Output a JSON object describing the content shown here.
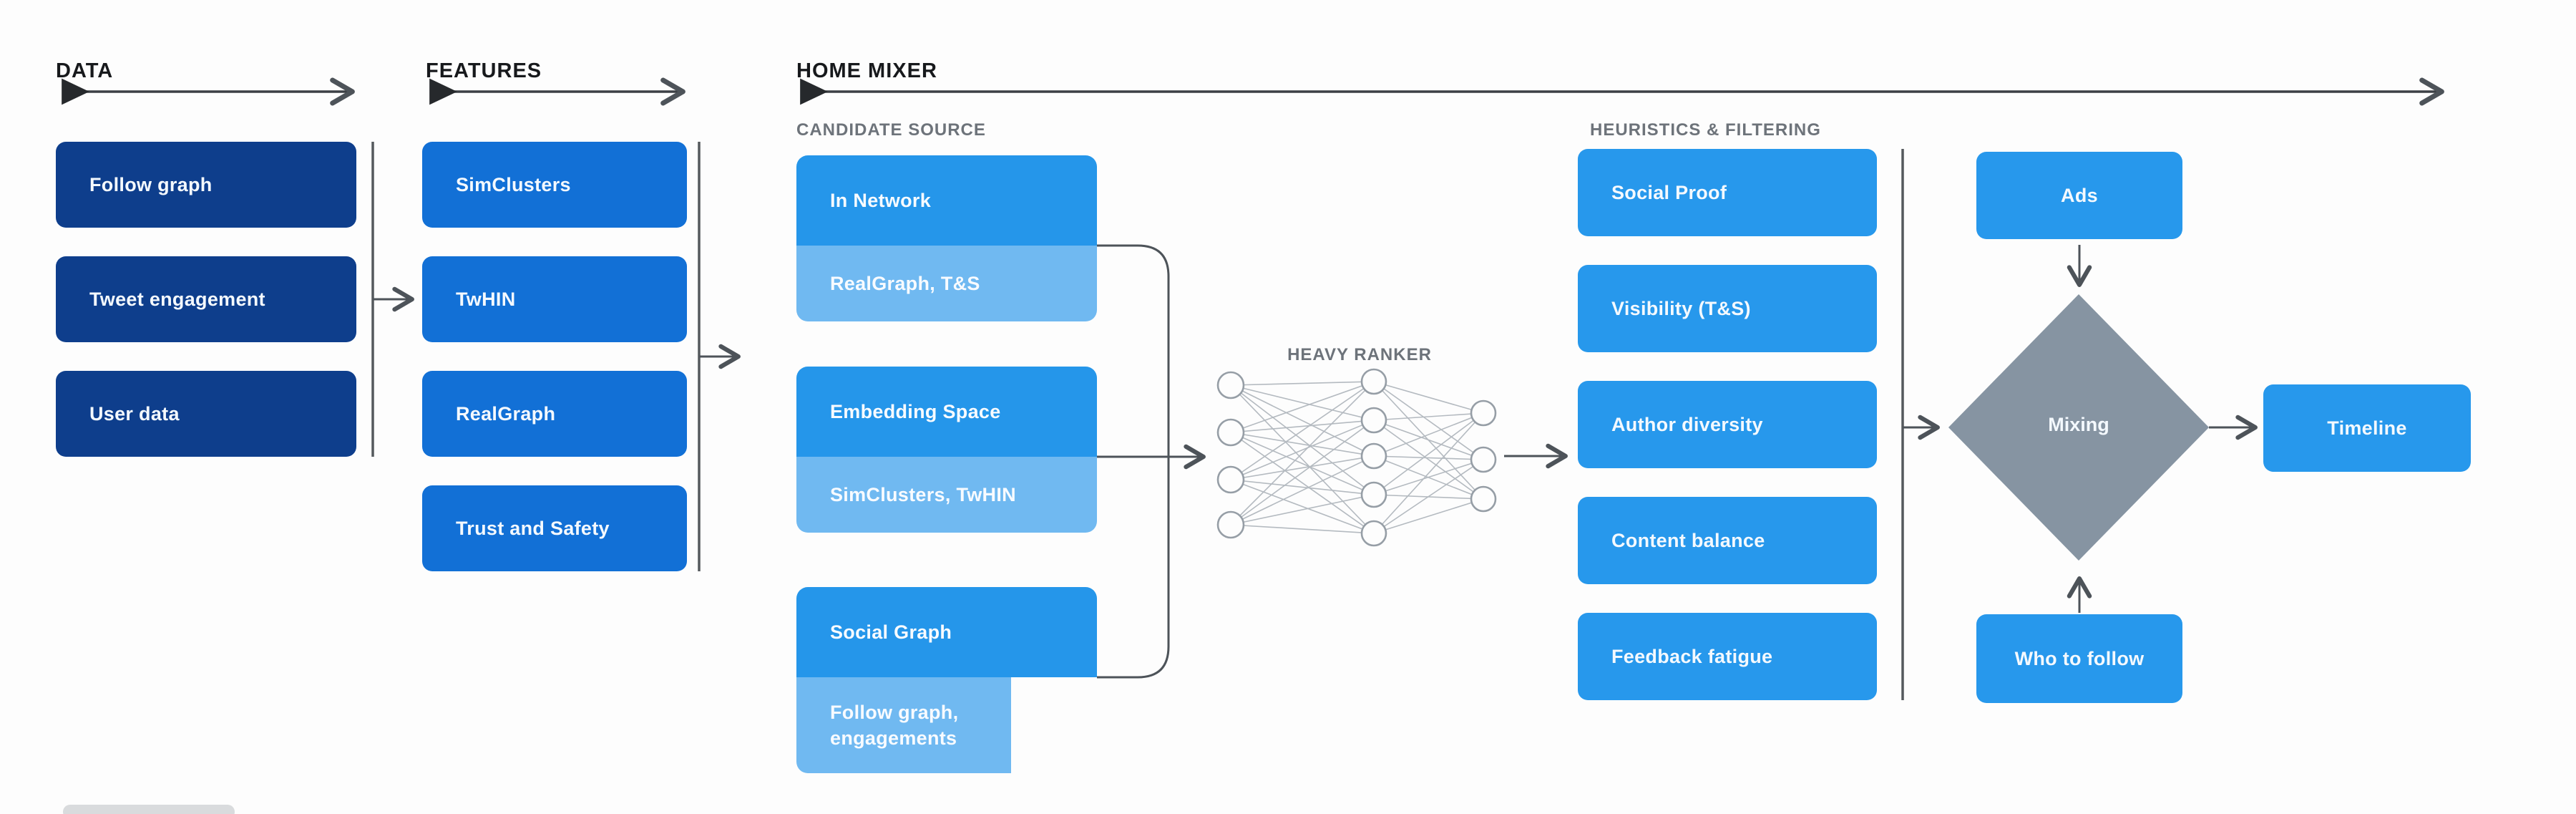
{
  "diagram_title": "Home Mixer recommendation pipeline",
  "colors": {
    "navy": "#0e3e8c",
    "medium_blue": "#1270d6",
    "bright_blue": "#2798ec",
    "candidate_top_blue": "#2596ea",
    "candidate_bottom_blue": "#70b9f1",
    "diamond_gray": "#8694a2",
    "header_text": "#17191c",
    "subheader_text": "#6d737a",
    "arrow": "#4d5359"
  },
  "sections": {
    "data": {
      "label": "DATA",
      "boxes": [
        {
          "label": "Follow graph"
        },
        {
          "label": "Tweet engagement"
        },
        {
          "label": "User data"
        }
      ]
    },
    "features": {
      "label": "FEATURES",
      "boxes": [
        {
          "label": "SimClusters"
        },
        {
          "label": "TwHIN"
        },
        {
          "label": "RealGraph"
        },
        {
          "label": "Trust and Safety"
        }
      ]
    },
    "home_mixer": {
      "label": "HOME MIXER",
      "candidate_source": {
        "label": "CANDIDATE SOURCE",
        "groups": [
          {
            "title": "In Network",
            "subtitle": "RealGraph, T&S"
          },
          {
            "title": "Embedding Space",
            "subtitle": "SimClusters, TwHIN"
          },
          {
            "title": "Social Graph",
            "subtitle": "Follow graph, engagements"
          }
        ]
      },
      "heavy_ranker": {
        "label": "HEAVY RANKER"
      },
      "heuristics": {
        "label": "HEURISTICS & FILTERING",
        "boxes": [
          {
            "label": "Social Proof"
          },
          {
            "label": "Visibility (T&S)"
          },
          {
            "label": "Author diversity"
          },
          {
            "label": "Content balance"
          },
          {
            "label": "Feedback fatigue"
          }
        ]
      },
      "mixing": {
        "ads": "Ads",
        "diamond": "Mixing",
        "who_to_follow": "Who to follow",
        "timeline": "Timeline"
      }
    }
  }
}
